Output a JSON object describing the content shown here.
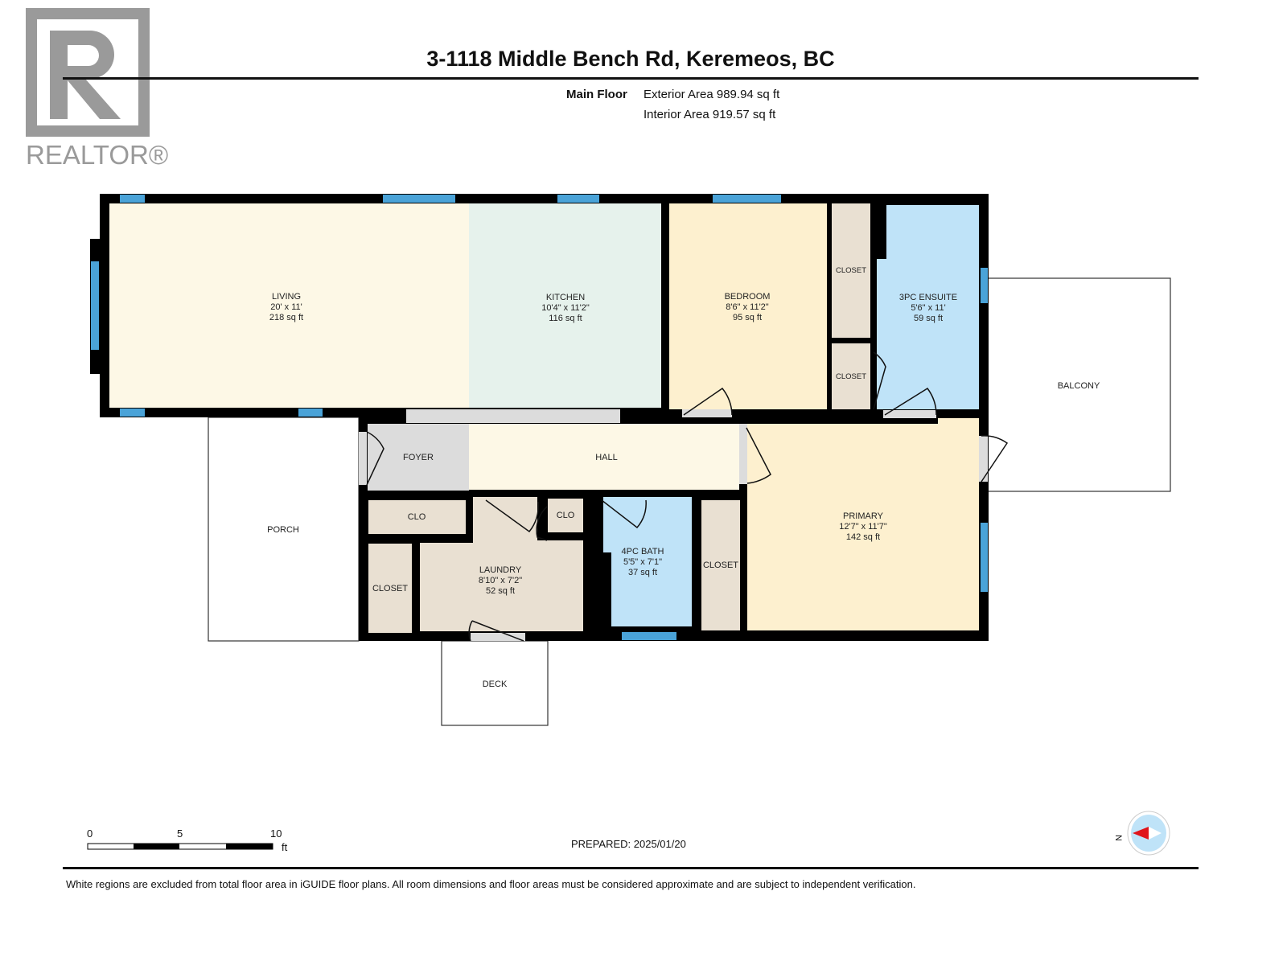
{
  "logo": {
    "text": "REALTOR®"
  },
  "header": {
    "title": "3-1118 Middle Bench Rd, Keremeos, BC",
    "floor_label": "Main Floor",
    "exterior_area": "Exterior Area 989.94 sq ft",
    "interior_area": "Interior Area 919.57 sq ft"
  },
  "rooms": {
    "living": {
      "name": "LIVING",
      "dims": "20' x 11'",
      "area": "218 sq ft"
    },
    "kitchen": {
      "name": "KITCHEN",
      "dims": "10'4\" x 11'2\"",
      "area": "116 sq ft"
    },
    "bedroom": {
      "name": "BEDROOM",
      "dims": "8'6\" x 11'2\"",
      "area": "95 sq ft"
    },
    "ensuite": {
      "name": "3PC ENSUITE",
      "dims": "5'6\" x 11'",
      "area": "59 sq ft"
    },
    "closet_top": {
      "name": "CLOSET"
    },
    "closet_mid": {
      "name": "CLOSET"
    },
    "balcony": {
      "name": "BALCONY"
    },
    "foyer": {
      "name": "FOYER"
    },
    "hall": {
      "name": "HALL"
    },
    "porch": {
      "name": "PORCH"
    },
    "clo_left": {
      "name": "CLO"
    },
    "clo_right": {
      "name": "CLO"
    },
    "laundry": {
      "name": "LAUNDRY",
      "dims": "8'10\" x 7'2\"",
      "area": "52 sq ft"
    },
    "closet_left": {
      "name": "CLOSET"
    },
    "bath": {
      "name": "4PC BATH",
      "dims": "5'5\" x 7'1\"",
      "area": "37 sq ft"
    },
    "closet_bath": {
      "name": "CLOSET"
    },
    "primary": {
      "name": "PRIMARY",
      "dims": "12'7\" x 11'7\"",
      "area": "142 sq ft"
    },
    "deck": {
      "name": "DECK"
    }
  },
  "scale": {
    "ticks": [
      "0",
      "5",
      "10"
    ],
    "unit": "ft"
  },
  "prepared": "PREPARED: 2025/01/20",
  "compass": {
    "label": "N"
  },
  "footer": {
    "disclaimer": "White regions are excluded from total floor area in iGUIDE floor plans. All room dimensions and floor areas must be considered approximate and are subject to independent verification."
  },
  "colors": {
    "wall": "#000000",
    "window": "#4aa3d8",
    "living": "#fdf8e6",
    "kitchen": "#e6f2ec",
    "bedroom": "#fdf0cf",
    "bath": "#bfe3f8",
    "closet": "#e9e0d2",
    "foyer": "#dcdcdc"
  }
}
